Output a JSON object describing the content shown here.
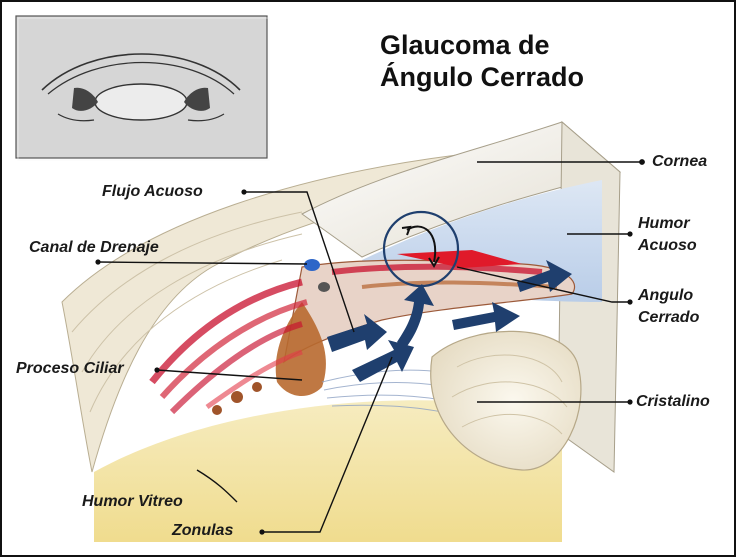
{
  "title": {
    "line1": "Glaucoma de",
    "line2": "Ángulo Cerrado"
  },
  "labels": {
    "cornea": "Cornea",
    "humor_acuoso_1": "Humor",
    "humor_acuoso_2": "Acuoso",
    "angulo_cerrado_1": "Angulo",
    "angulo_cerrado_2": "Cerrado",
    "cristalino": "Cristalino",
    "flujo_acuoso": "Flujo Acuoso",
    "canal_drenaje": "Canal de Drenaje",
    "proceso_ciliar": "Proceso Ciliar",
    "humor_vitreo": "Humor Vitreo",
    "zonulas": "Zonulas"
  },
  "colors": {
    "flow_arrow": "#1f3f6e",
    "tissue_red": "#c8102e",
    "vitreous": "#f1e4a6",
    "aqueous": "#c9daf0",
    "cornea": "#f3f1ea",
    "inset_bg": "#d6d6d6"
  }
}
